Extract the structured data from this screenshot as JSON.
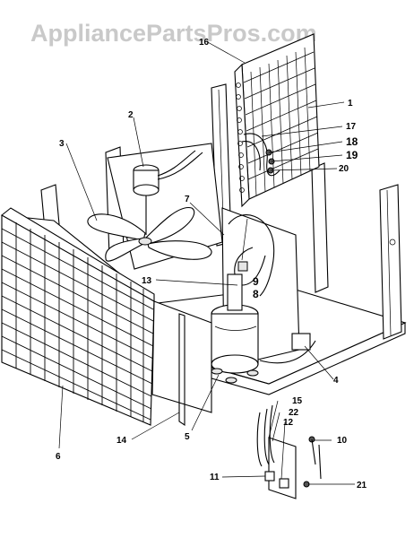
{
  "watermark": "AppliancePartsPros.com",
  "parts": [
    {
      "id": "1",
      "label": "1"
    },
    {
      "id": "2",
      "label": "2"
    },
    {
      "id": "3",
      "label": "3"
    },
    {
      "id": "4",
      "label": "4"
    },
    {
      "id": "5",
      "label": "5"
    },
    {
      "id": "6",
      "label": "6"
    },
    {
      "id": "7",
      "label": "7"
    },
    {
      "id": "8",
      "label": "8"
    },
    {
      "id": "9",
      "label": "9"
    },
    {
      "id": "10",
      "label": "10"
    },
    {
      "id": "11",
      "label": "11"
    },
    {
      "id": "12",
      "label": "12"
    },
    {
      "id": "13",
      "label": "13"
    },
    {
      "id": "14",
      "label": "14"
    },
    {
      "id": "15",
      "label": "15"
    },
    {
      "id": "16",
      "label": "16"
    },
    {
      "id": "17",
      "label": "17"
    },
    {
      "id": "18",
      "label": "18"
    },
    {
      "id": "19",
      "label": "19"
    },
    {
      "id": "20",
      "label": "20"
    },
    {
      "id": "21",
      "label": "21"
    },
    {
      "id": "22",
      "label": "22"
    }
  ]
}
